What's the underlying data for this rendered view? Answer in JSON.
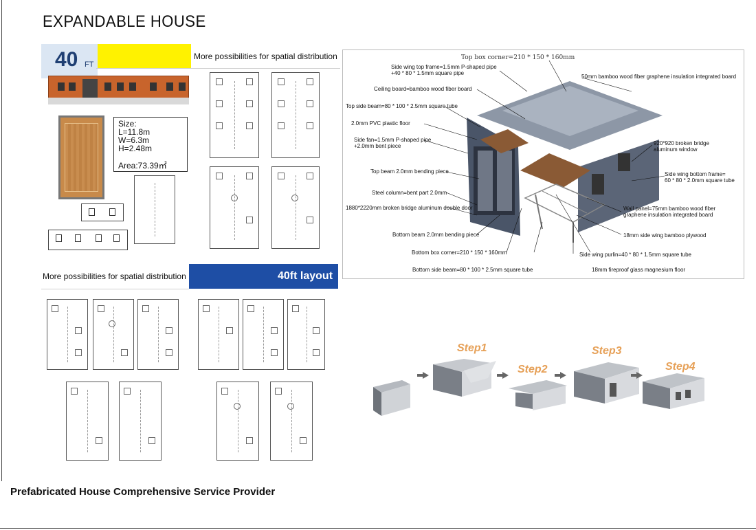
{
  "title": "EXPANDABLE HOUSE",
  "badge": {
    "number": "40",
    "unit": "FT"
  },
  "size_box": {
    "heading": "Size:",
    "length": "L=11.8m",
    "width": "W=6.3m",
    "height": "H=2.48m",
    "area": "Area:73.39㎡"
  },
  "sections": {
    "top_heading": "More possibilities for spatial distribution",
    "bottom_heading": "More possibilities for spatial distribution",
    "layout_label": "40ft layout"
  },
  "diagram": {
    "title": "Top box corner=210 * 150 * 160mm",
    "labels": {
      "side_wing_top_frame": "Side wing top frame=1.5mm P-shaped pipe\n+40 * 80 * 1.5mm square pipe",
      "bamboo_insulation": "50mm bamboo wood fiber graphene insulation integrated board",
      "ceiling_board": "Ceiling board=bamboo wood fiber board",
      "top_side_beam": "Top side beam=80 * 100 * 2.5mm square tube",
      "pvc_floor": "2.0mm PVC plastic floor",
      "side_fan": "Side fan=1.5mm P-shaped pipe\n+2.0mm bent piece",
      "window": "920*920 broken bridge\naluminum window",
      "top_beam": "Top beam 2.0mm bending piece",
      "side_wing_bottom": "Side wing bottom frame=\n60 * 80 * 2.0mm square tube",
      "steel_column": "Steel column=bent part 2.0mm",
      "door": "1880*2220mm broken bridge aluminum double door",
      "wall_panel": "Wall panel=75mm bamboo wood fiber\ngraphene insulation integrated board",
      "bottom_beam": "Bottom beam 2.0mm bending piece",
      "plywood": "18mm side wing bamboo plywood",
      "bottom_box_corner": "Bottom box corner=210 * 150 * 160mm",
      "side_wing_purlin": "Side wing purlin=40 * 80 * 1.5mm square tube",
      "bottom_side_beam": "Bottom side beam=80 * 100 * 2.5mm square tube",
      "fireproof_floor": "18mm fireproof glass magnesium floor"
    }
  },
  "steps": [
    "Step1",
    "Step2",
    "Step3",
    "Step4"
  ],
  "footer": "Prefabricated House Comprehensive Service Provider",
  "colors": {
    "badge_yellow": "#fff200",
    "layout_blue": "#1e4ea5",
    "step_orange": "#e6a057",
    "badge_text": "#1f3f73"
  }
}
